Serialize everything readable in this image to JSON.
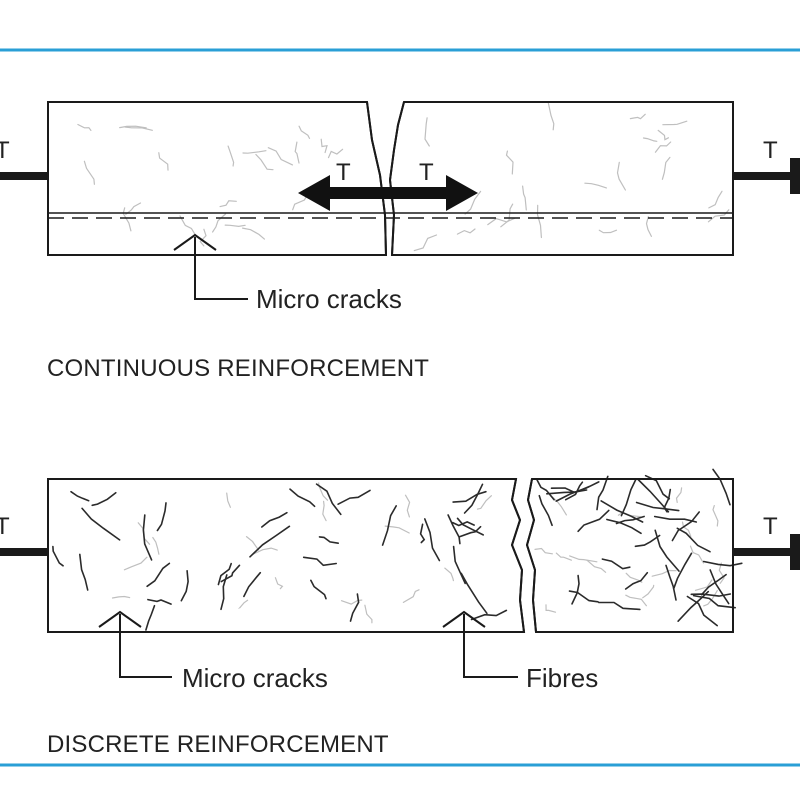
{
  "colors": {
    "rule": "#2a9fd6",
    "ink": "#1a1a1a",
    "crack": "#bfbfbf",
    "fibre": "#2b2b2b"
  },
  "continuous": {
    "tension_left": "T",
    "tension_right": "T",
    "arrow_left": "T",
    "arrow_right": "T",
    "callout": "Micro cracks",
    "section_title": "CONTINUOUS REINFORCEMENT"
  },
  "discrete": {
    "tension_left": "T",
    "tension_right": "T",
    "callout_cracks": "Micro cracks",
    "callout_fibres": "Fibres",
    "section_title": "DISCRETE REINFORCEMENT"
  }
}
